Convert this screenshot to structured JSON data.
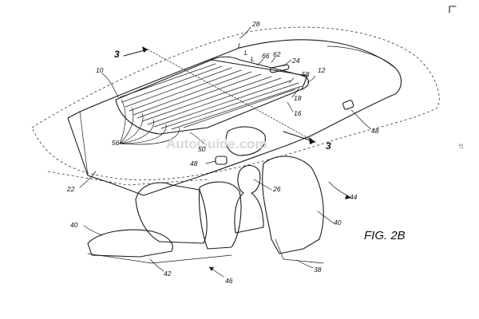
{
  "figure": {
    "label": "FIG. 2B"
  },
  "watermark": {
    "text": "AutoGuide.com"
  },
  "page_number": {
    "text": "37"
  },
  "section_markers": {
    "top": "3",
    "bottom": "3"
  },
  "references": {
    "r28": "28",
    "r62": "62",
    "r66": "66",
    "r24": "24",
    "r58": "58",
    "r12": "12",
    "r10": "10",
    "r18": "18",
    "r16": "16",
    "r48_right": "48",
    "r56": "56",
    "r50": "50",
    "r48_left": "48",
    "r22": "22",
    "r26": "26",
    "r44": "44",
    "r40_left": "40",
    "r40_right": "40",
    "r42": "42",
    "r46": "46",
    "r38": "38",
    "L1": "L",
    "L2": "L",
    "L3": "L"
  }
}
